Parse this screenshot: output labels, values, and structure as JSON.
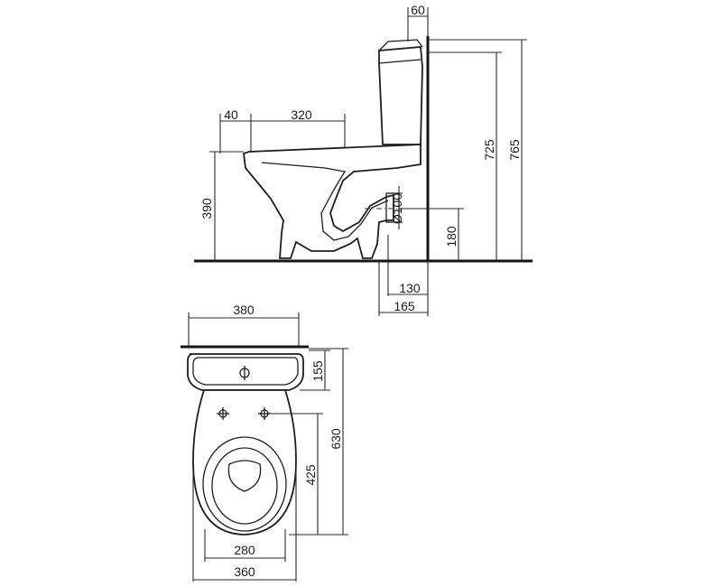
{
  "side_view": {
    "dim_tank_depth": "60",
    "dim_front_gap": "40",
    "dim_seat_length": "320",
    "dim_seat_height": "390",
    "dim_outlet_diameter": "Ø100",
    "dim_outlet_height": "180",
    "dim_tank_height": "725",
    "dim_total_height": "765",
    "dim_outlet_offset_a": "130",
    "dim_outlet_offset_b": "165"
  },
  "top_view": {
    "dim_tank_width": "380",
    "dim_tank_projection": "155",
    "dim_total_depth": "630",
    "dim_bowl_depth": "425",
    "dim_seat_width": "280",
    "dim_bowl_width": "360"
  }
}
